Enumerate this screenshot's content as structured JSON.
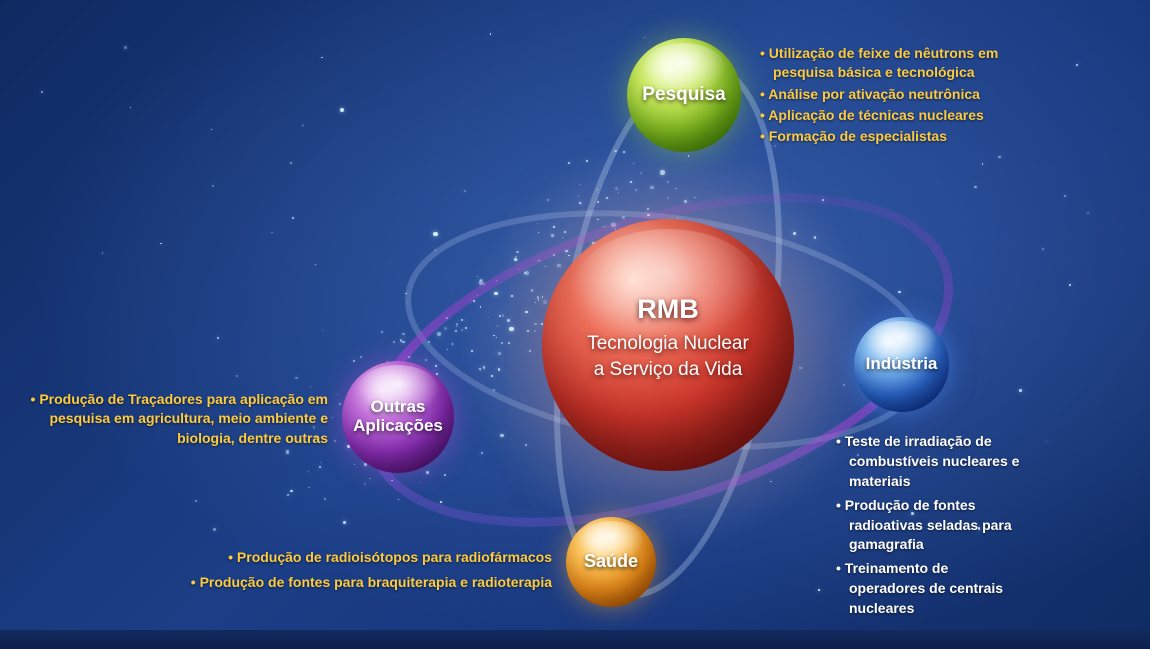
{
  "center": {
    "title": "RMB",
    "line1": "Tecnologia Nuclear",
    "line2": "a Serviço da Vida"
  },
  "pesquisa": {
    "label": "Pesquisa",
    "bullets": [
      "Utilização de feixe de nêutrons em pesquisa básica e tecnológica",
      "Análise por ativação neutrônica",
      "Aplicação de técnicas nucleares",
      "Formação de especialistas"
    ]
  },
  "industria": {
    "label": "Indústria",
    "bullets": [
      "Teste de irradiação de combustíveis nucleares e materiais",
      "Produção de fontes radioativas seladas para gamagrafia",
      "Treinamento de operadores de centrais nucleares"
    ]
  },
  "outras_aplicacoes": {
    "label_line1": "Outras",
    "label_line2": "Aplicações",
    "bullets": [
      "Produção de Traçadores para aplicação em pesquisa em agricultura, meio ambiente e biologia, dentre outras"
    ]
  },
  "saude": {
    "label": "Saúde",
    "bullets": [
      "Produção de radioisótopos para radiofármacos",
      "Produção de fontes para braquiterapia e radioterapia"
    ]
  },
  "colors": {
    "background_blue": "#1b3e86",
    "bullet_yellow": "#fdcb3f",
    "bullet_white": "#ffffff",
    "sphere_pesquisa_green": "#8ac122",
    "sphere_industria_blue": "#2f6fd2",
    "sphere_outras_purple": "#9133bd",
    "sphere_saude_orange": "#f2951b",
    "sphere_center_red": "#cc352a"
  }
}
